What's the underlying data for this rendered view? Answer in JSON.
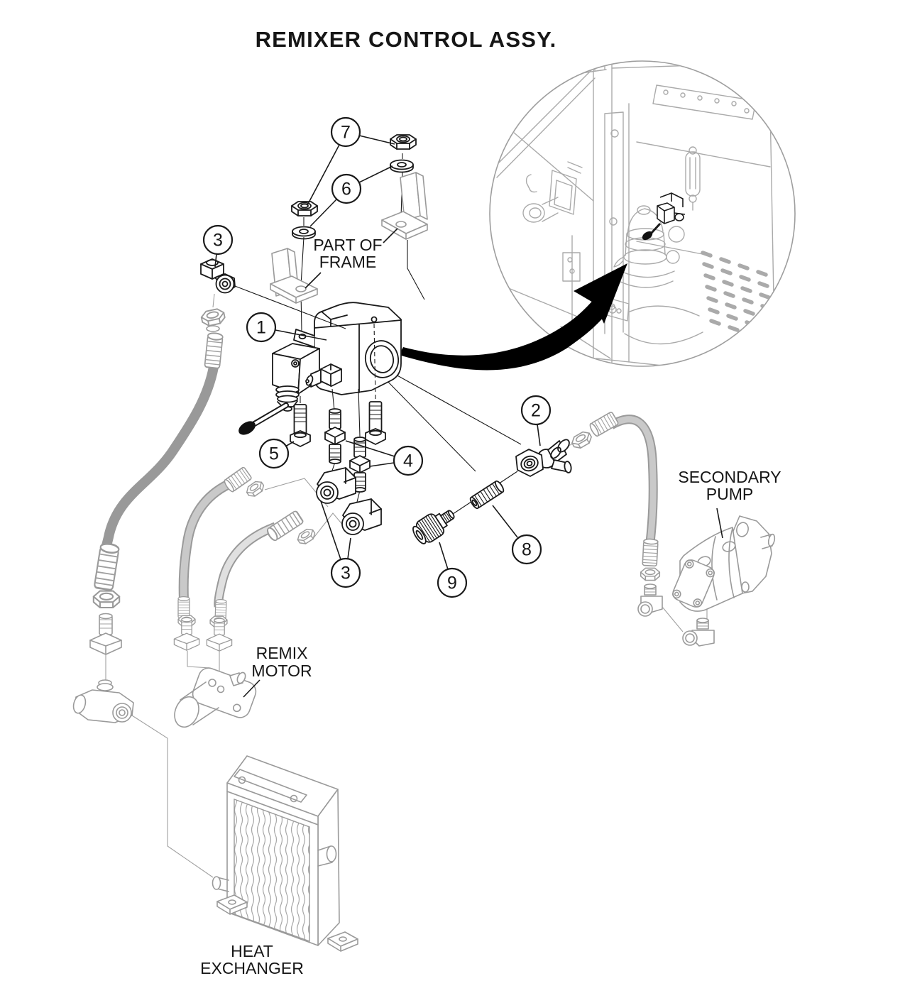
{
  "title": "REMIXER CONTROL ASSY.",
  "labels": {
    "part_of_frame_line1": "PART OF",
    "part_of_frame_line2": "FRAME",
    "secondary_pump_line1": "SECONDARY",
    "secondary_pump_line2": "PUMP",
    "remix_motor_line1": "REMIX",
    "remix_motor_line2": "MOTOR",
    "heat_exchanger_line1": "HEAT",
    "heat_exchanger_line2": "EXCHANGER"
  },
  "callouts": {
    "c1": "1",
    "c2": "2",
    "c3a": "3",
    "c3b": "3",
    "c4": "4",
    "c5": "5",
    "c6": "6",
    "c7": "7",
    "c8": "8",
    "c9": "9"
  },
  "colors": {
    "black_line": "#1a1a1a",
    "gray_part_line": "#9a9a9a",
    "inset_line": "#aaaaaa",
    "hose_dark": "#999999",
    "hose_medium": "#c9c9c9",
    "hose_light": "#e0e0e0",
    "arrow_fill": "#000000",
    "background": "#ffffff"
  }
}
